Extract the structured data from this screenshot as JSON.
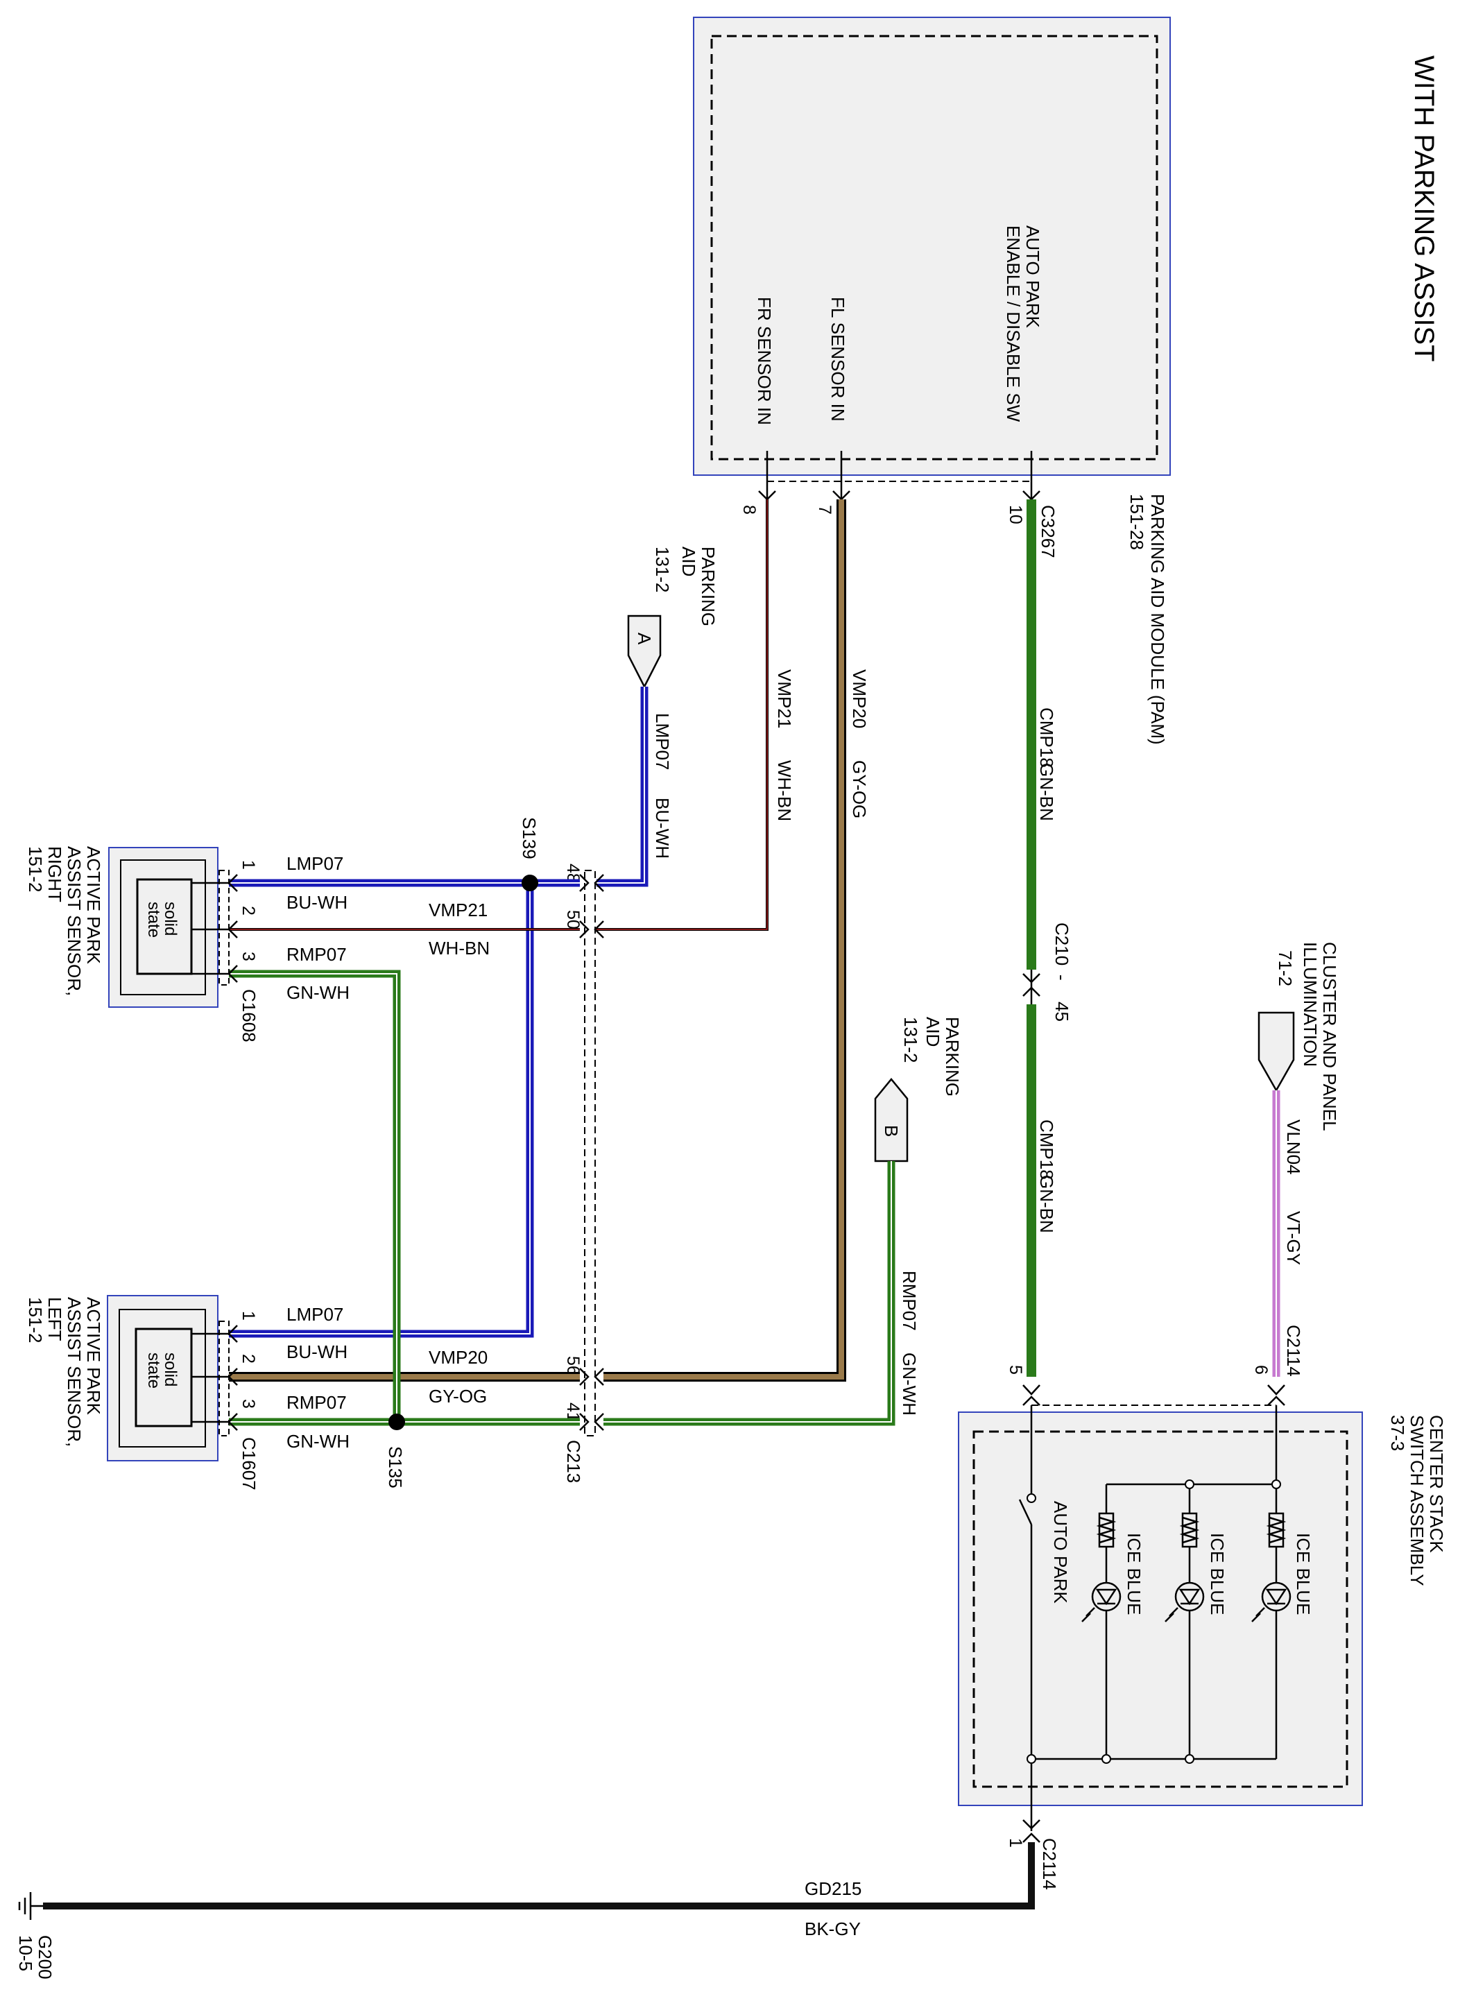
{
  "title": "WITH PARKING ASSIST",
  "colors": {
    "blue_wire": "#1a1ab8",
    "green_wire": "#2a7a1a",
    "tan_wire": "#9a7a4a",
    "red_wire": "#b22222",
    "violet_wire": "#c77ad0",
    "ground_wire": "#111111",
    "module_border": "#3344bb",
    "module_fill": "#f0f0f0"
  },
  "pam": {
    "name": "PARKING AID MODULE (PAM)",
    "ref": "151-28",
    "connector": "C3267",
    "pins": [
      {
        "label": "FR SENSOR IN",
        "pin": "8"
      },
      {
        "label": "FL SENSOR IN",
        "pin": "7"
      },
      {
        "label": "AUTO PARK",
        "label2": "ENABLE / DISABLE SW",
        "pin": "10"
      }
    ]
  },
  "wires": {
    "cmp18_top": {
      "circuit": "CMP18",
      "color": "GN-BN"
    },
    "cmp18_bottom": {
      "circuit": "CMP18",
      "color": "GN-BN"
    },
    "vmp20": {
      "circuit": "VMP20",
      "color": "GY-OG"
    },
    "vmp21": {
      "circuit": "VMP21",
      "color": "WH-BN"
    },
    "lmp07_a": {
      "circuit": "LMP07",
      "color": "BU-WH"
    },
    "rmp07_b": {
      "circuit": "RMP07",
      "color": "GN-WH"
    },
    "vln04": {
      "circuit": "VLN04",
      "color": "VT-GY"
    },
    "gd215": {
      "circuit": "GD215",
      "color": "BK-GY"
    },
    "right_lmp07": {
      "circuit": "LMP07",
      "color": "BU-WH"
    },
    "right_vmp21": {
      "circuit": "VMP21",
      "color": "WH-BN"
    },
    "right_rmp07": {
      "circuit": "RMP07",
      "color": "GN-WH"
    },
    "left_lmp07": {
      "circuit": "LMP07",
      "color": "BU-WH"
    },
    "left_vmp20": {
      "circuit": "VMP20",
      "color": "GY-OG"
    },
    "left_rmp07": {
      "circuit": "RMP07",
      "color": "GN-WH"
    }
  },
  "inline_connector": {
    "name": "C210",
    "sep": "-",
    "pin": "45"
  },
  "parking_aid_a": {
    "text": "A",
    "line1": "PARKING",
    "line2": "AID",
    "ref": "131-2"
  },
  "parking_aid_b": {
    "text": "B",
    "line1": "PARKING",
    "line2": "AID",
    "ref": "131-2"
  },
  "cluster": {
    "line1": "CLUSTER AND PANEL",
    "line2": "ILLUMINATION",
    "ref": "71-2"
  },
  "center_stack": {
    "line1": "CENTER STACK",
    "line2": "SWITCH ASSEMBLY",
    "ref": "37-3",
    "connector_top": "C2114",
    "pin_5": "5",
    "pin_6": "6",
    "connector_bottom": "C2114",
    "pin_1": "1",
    "leds": [
      "ICE BLUE",
      "ICE BLUE",
      "ICE BLUE"
    ],
    "switch_label": "AUTO PARK"
  },
  "splices": {
    "s139": "S139",
    "s135": "S135"
  },
  "c213": {
    "name": "C213",
    "pins": [
      "48",
      "50",
      "56",
      "41"
    ]
  },
  "right_sensor": {
    "line1": "ACTIVE PARK",
    "line2": "ASSIST SENSOR,",
    "line3": "RIGHT",
    "ref": "151-2",
    "connector": "C1608",
    "inner": "solid",
    "inner2": "state",
    "pins": [
      "1",
      "2",
      "3"
    ]
  },
  "left_sensor": {
    "line1": "ACTIVE PARK",
    "line2": "ASSIST SENSOR,",
    "line3": "LEFT",
    "ref": "151-2",
    "connector": "C1607",
    "inner": "solid",
    "inner2": "state",
    "pins": [
      "1",
      "2",
      "3"
    ]
  },
  "ground": {
    "name": "G200",
    "ref": "10-5"
  }
}
